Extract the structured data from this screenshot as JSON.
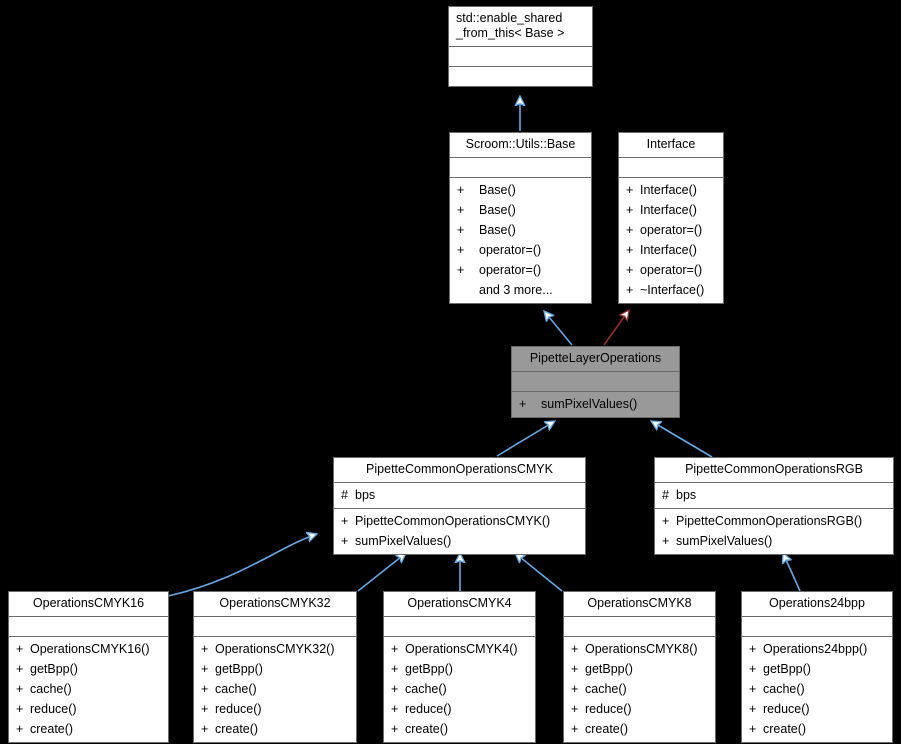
{
  "diagram": {
    "title": "PipetteLayerOperations inheritance diagram",
    "background_color": "#000000",
    "node_fill": "#ffffff",
    "node_border": "#6b6b6b",
    "highlight_fill": "#999999",
    "inheritance_edge_color": "#63a9e8",
    "implements_edge_color": "#9a2a2a"
  },
  "nodes": [
    {
      "id": "enable-shared-from-this",
      "name": "std::enable_shared\n_from_this< Base >",
      "attributes": [],
      "operations": [],
      "highlight": false
    },
    {
      "id": "scroom-utils-base",
      "name": "Scroom::Utils::Base",
      "attributes": [],
      "operations": [
        {
          "vis": "+",
          "label": "Base()"
        },
        {
          "vis": "+",
          "label": "Base()"
        },
        {
          "vis": "+",
          "label": "Base()"
        },
        {
          "vis": "+",
          "label": "operator=()"
        },
        {
          "vis": "+",
          "label": "operator=()"
        },
        {
          "vis": "",
          "label": "and 3 more..."
        }
      ],
      "highlight": false
    },
    {
      "id": "interface",
      "name": "Interface",
      "attributes": [],
      "operations": [
        {
          "vis": "+",
          "label": "Interface()"
        },
        {
          "vis": "+",
          "label": "Interface()"
        },
        {
          "vis": "+",
          "label": "operator=()"
        },
        {
          "vis": "+",
          "label": "Interface()"
        },
        {
          "vis": "+",
          "label": "operator=()"
        },
        {
          "vis": "+",
          "label": "~Interface()"
        }
      ],
      "highlight": false
    },
    {
      "id": "pipette-layer-operations",
      "name": "PipetteLayerOperations",
      "attributes": [],
      "operations": [
        {
          "vis": "+",
          "label": "sumPixelValues()"
        }
      ],
      "highlight": true
    },
    {
      "id": "pipette-common-operations-cmyk",
      "name": "PipetteCommonOperationsCMYK",
      "attributes": [
        {
          "vis": "#",
          "label": "bps"
        }
      ],
      "operations": [
        {
          "vis": "+",
          "label": "PipetteCommonOperationsCMYK()"
        },
        {
          "vis": "+",
          "label": "sumPixelValues()"
        }
      ],
      "highlight": false
    },
    {
      "id": "pipette-common-operations-rgb",
      "name": "PipetteCommonOperationsRGB",
      "attributes": [
        {
          "vis": "#",
          "label": "bps"
        }
      ],
      "operations": [
        {
          "vis": "+",
          "label": "PipetteCommonOperationsRGB()"
        },
        {
          "vis": "+",
          "label": "sumPixelValues()"
        }
      ],
      "highlight": false
    },
    {
      "id": "operations-cmyk16",
      "name": "OperationsCMYK16",
      "attributes": [],
      "operations": [
        {
          "vis": "+",
          "label": "OperationsCMYK16()"
        },
        {
          "vis": "+",
          "label": "getBpp()"
        },
        {
          "vis": "+",
          "label": "cache()"
        },
        {
          "vis": "+",
          "label": "reduce()"
        },
        {
          "vis": "+",
          "label": "create()"
        }
      ],
      "highlight": false
    },
    {
      "id": "operations-cmyk32",
      "name": "OperationsCMYK32",
      "attributes": [],
      "operations": [
        {
          "vis": "+",
          "label": "OperationsCMYK32()"
        },
        {
          "vis": "+",
          "label": "getBpp()"
        },
        {
          "vis": "+",
          "label": "cache()"
        },
        {
          "vis": "+",
          "label": "reduce()"
        },
        {
          "vis": "+",
          "label": "create()"
        }
      ],
      "highlight": false
    },
    {
      "id": "operations-cmyk4",
      "name": "OperationsCMYK4",
      "attributes": [],
      "operations": [
        {
          "vis": "+",
          "label": "OperationsCMYK4()"
        },
        {
          "vis": "+",
          "label": "getBpp()"
        },
        {
          "vis": "+",
          "label": "cache()"
        },
        {
          "vis": "+",
          "label": "reduce()"
        },
        {
          "vis": "+",
          "label": "create()"
        }
      ],
      "highlight": false
    },
    {
      "id": "operations-cmyk8",
      "name": "OperationsCMYK8",
      "attributes": [],
      "operations": [
        {
          "vis": "+",
          "label": "OperationsCMYK8()"
        },
        {
          "vis": "+",
          "label": "getBpp()"
        },
        {
          "vis": "+",
          "label": "cache()"
        },
        {
          "vis": "+",
          "label": "reduce()"
        },
        {
          "vis": "+",
          "label": "create()"
        }
      ],
      "highlight": false
    },
    {
      "id": "operations-24bpp",
      "name": "Operations24bpp",
      "attributes": [],
      "operations": [
        {
          "vis": "+",
          "label": "Operations24bpp()"
        },
        {
          "vis": "+",
          "label": "getBpp()"
        },
        {
          "vis": "+",
          "label": "cache()"
        },
        {
          "vis": "+",
          "label": "reduce()"
        },
        {
          "vis": "+",
          "label": "create()"
        }
      ],
      "highlight": false
    }
  ],
  "edges": [
    {
      "from": "scroom-utils-base",
      "to": "enable-shared-from-this",
      "kind": "inheritance"
    },
    {
      "from": "pipette-layer-operations",
      "to": "scroom-utils-base",
      "kind": "inheritance"
    },
    {
      "from": "pipette-layer-operations",
      "to": "interface",
      "kind": "implements"
    },
    {
      "from": "pipette-common-operations-cmyk",
      "to": "pipette-layer-operations",
      "kind": "inheritance"
    },
    {
      "from": "pipette-common-operations-rgb",
      "to": "pipette-layer-operations",
      "kind": "inheritance"
    },
    {
      "from": "operations-cmyk16",
      "to": "pipette-common-operations-cmyk",
      "kind": "inheritance"
    },
    {
      "from": "operations-cmyk32",
      "to": "pipette-common-operations-cmyk",
      "kind": "inheritance"
    },
    {
      "from": "operations-cmyk4",
      "to": "pipette-common-operations-cmyk",
      "kind": "inheritance"
    },
    {
      "from": "operations-cmyk8",
      "to": "pipette-common-operations-cmyk",
      "kind": "inheritance"
    },
    {
      "from": "operations-24bpp",
      "to": "pipette-common-operations-rgb",
      "kind": "inheritance"
    }
  ]
}
